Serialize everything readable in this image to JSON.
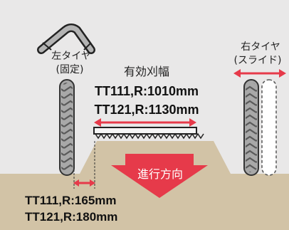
{
  "labels": {
    "left_tire_line1": "左タイヤ",
    "left_tire_line2": "(固定)",
    "right_tire_line1": "右タイヤ",
    "right_tire_line2": "(スライド)",
    "effective_width_title": "有効刈幅",
    "tt111_width": "TT111,R:1010mm",
    "tt121_width": "TT121,R:1130mm",
    "direction": "進行方向",
    "tt111_offset": "TT111,R:165mm",
    "tt121_offset": "TT121,R:180mm"
  },
  "colors": {
    "sky": "#e9e8e8",
    "soil": "#d2c3a6",
    "tire_body": "#a8a8a8",
    "arrow_red": "#e63a4a",
    "handle_gray": "#b3b3b3"
  },
  "icons": {
    "handlebar": "handlebar-icon",
    "left_tire": "tire-icon",
    "right_tire": "tire-icon",
    "right_tire_ghost": "tire-outline-icon",
    "blade": "cutter-blade-icon",
    "direction_arrow": "arrow-down-icon",
    "width_arrow": "double-arrow-icon",
    "offset_arrow": "double-arrow-icon",
    "slide_arrow": "double-arrow-icon"
  }
}
